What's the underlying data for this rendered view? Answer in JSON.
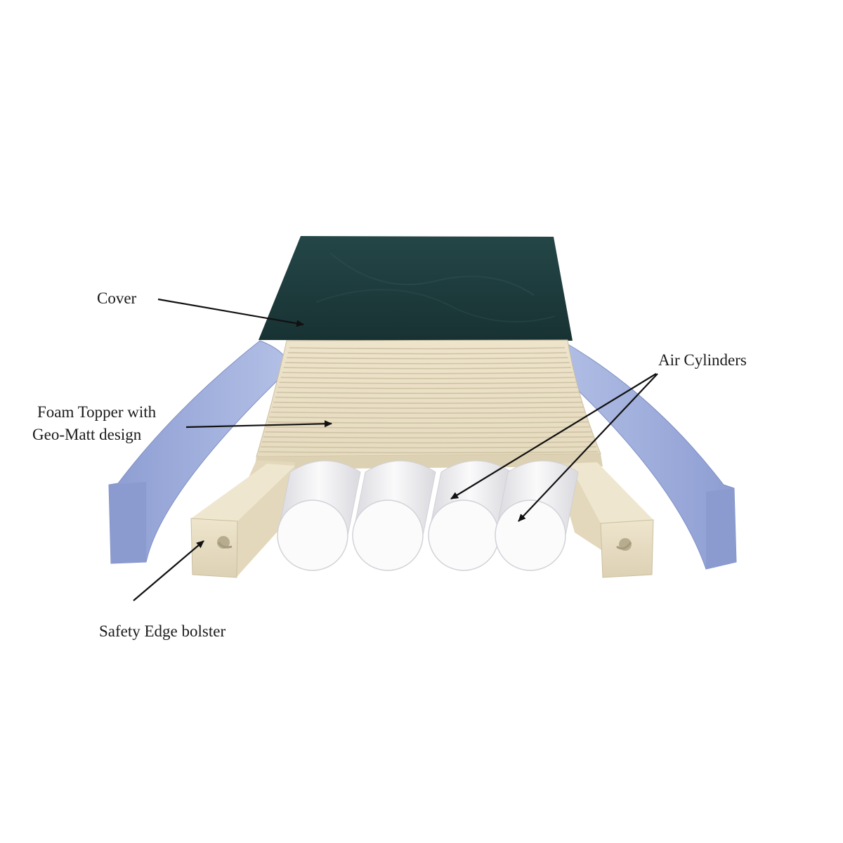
{
  "labels": {
    "cover": "Cover",
    "air_cylinders": "Air Cylinders",
    "foam_topper_line1": "Foam Topper with",
    "foam_topper_line2": "Geo-Matt design",
    "safety_edge": "Safety Edge bolster"
  },
  "colors": {
    "background": "#ffffff",
    "cover": "#1e3d3e",
    "side_foam": "#9aa9d8",
    "topper": "#ece1c6",
    "bolster": "#e9dfc5",
    "cylinder": "#f1f1f3",
    "arrow": "#111111"
  },
  "icons": {
    "arrowhead": "arrowhead-icon"
  }
}
